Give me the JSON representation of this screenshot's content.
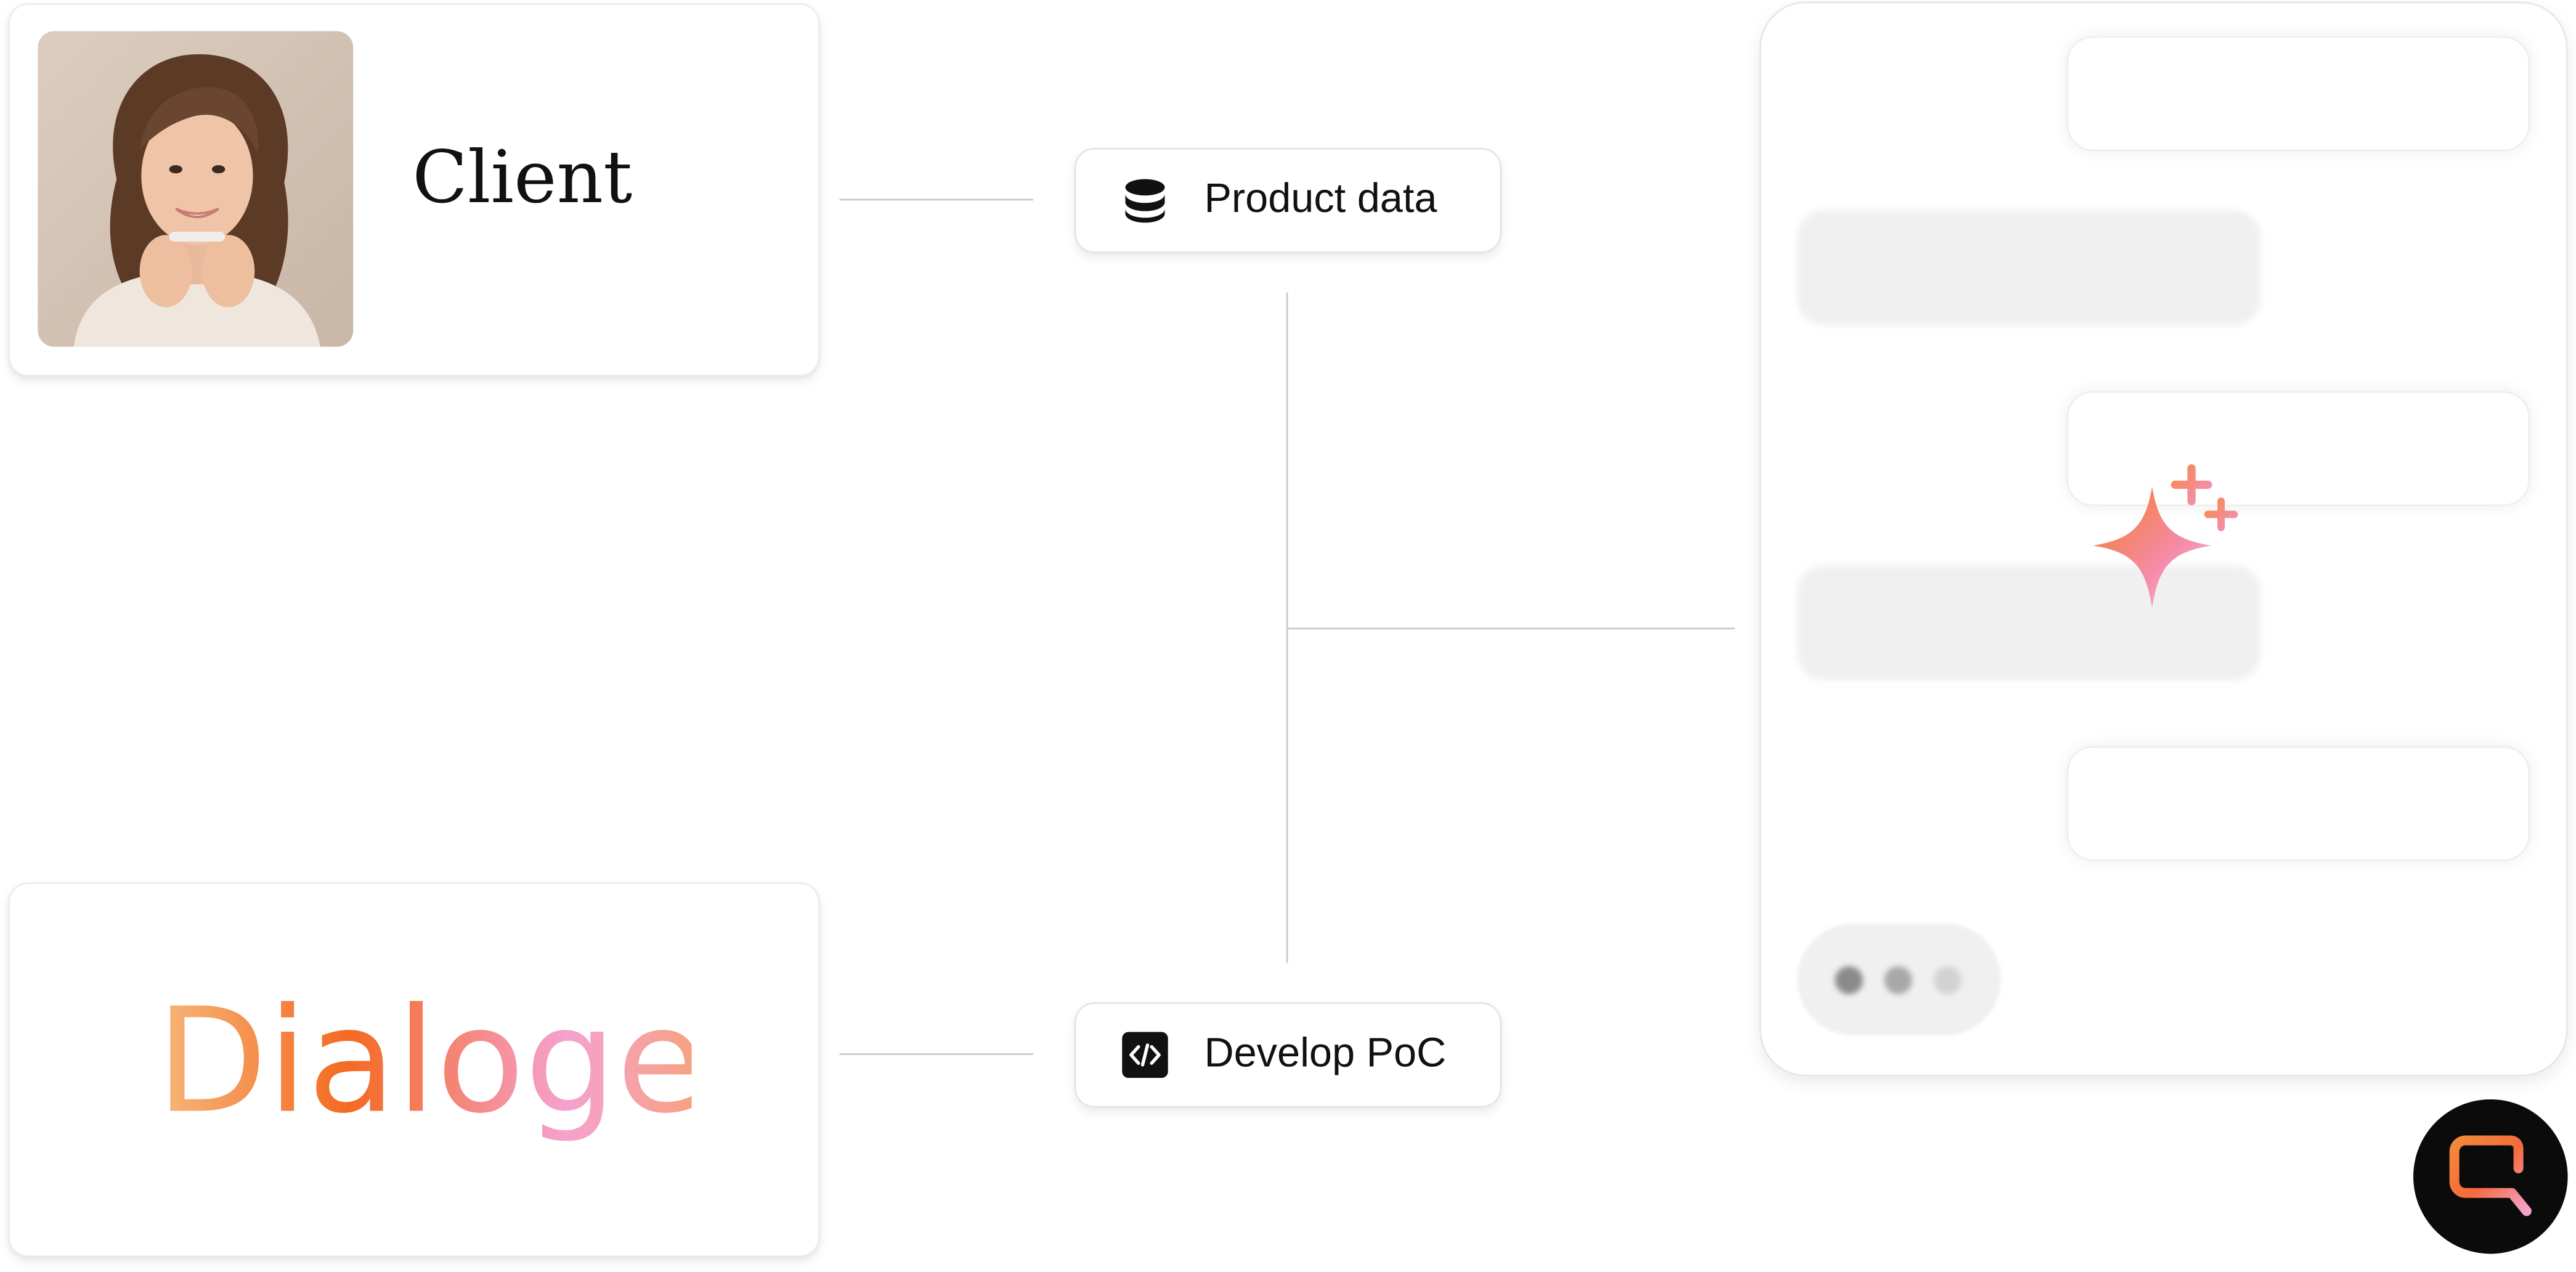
{
  "client_card": {
    "title": "Client"
  },
  "dialoge_card": {
    "logo_text": "Dialoge"
  },
  "nodes": {
    "product_data": {
      "label": "Product data",
      "icon": "database-icon"
    },
    "develop_poc": {
      "label": "Develop PoC",
      "icon": "code-icon"
    }
  },
  "chat_preview": {
    "icon": "sparkle-icon",
    "bubbles": [
      "right",
      "left",
      "right",
      "left",
      "right"
    ],
    "typing_indicator": true
  },
  "brand_badge": {
    "icon": "dialoge-e-logo-icon"
  },
  "colors": {
    "gradient_orange": "#f46a22",
    "gradient_pink": "#f5a2cf",
    "gradient_peach": "#f6b77b",
    "line": "#c8c8c8",
    "card_border": "#ececec",
    "bubble_gray": "#f0f0f0"
  }
}
